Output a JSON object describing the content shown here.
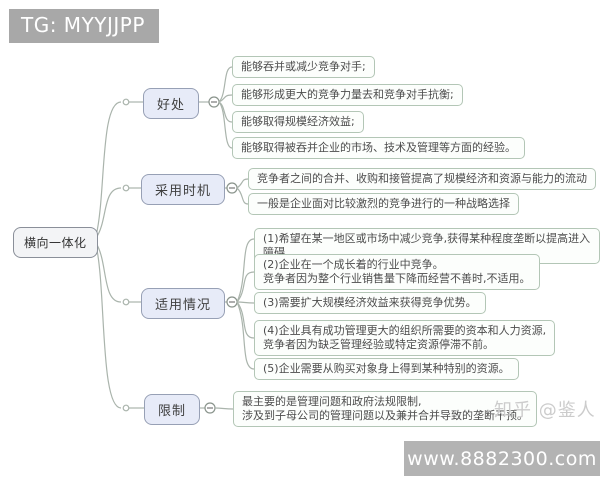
{
  "watermarks": {
    "top_left": "TG: MYYJJPP",
    "zhihu": "知乎 @鉴人",
    "bottom_right": "www.8882300.com"
  },
  "mindmap": {
    "root": {
      "label": "横向一体化"
    },
    "branches": [
      {
        "label": "好处",
        "leaves": [
          "能够吞并或减少竞争对手;",
          "能够形成更大的竞争力量去和竞争对手抗衡;",
          "能够取得规模经济效益;",
          "能够取得被吞并企业的市场、技术及管理等方面的经验。"
        ]
      },
      {
        "label": "采用时机",
        "leaves": [
          "竞争者之间的合并、收购和接管提高了规模经济和资源与能力的流动",
          "一般是企业面对比较激烈的竞争进行的一种战略选择"
        ]
      },
      {
        "label": "适用情况",
        "leaves": [
          "(1)希望在某一地区或市场中减少竞争,获得某种程度垄断以提高进入障碍",
          "(2)企业在一个成长着的行业中竞争。\n竞争者因为整个行业销售量下降而经营不善时,不适用。",
          "(3)需要扩大规模经济效益来获得竞争优势。",
          "(4)企业具有成功管理更大的组织所需要的资本和人力资源,\n竞争者因为缺乏管理经验或特定资源停滞不前。",
          "(5)企业需要从购买对象身上得到某种特别的资源。"
        ]
      },
      {
        "label": "限制",
        "leaves": [
          "最主要的是管理问题和政府法规限制,\n涉及到子母公司的管理问题以及兼并合并导致的垄断干预。"
        ]
      }
    ]
  },
  "colors": {
    "branch_fill": "#e7ebf8",
    "branch_border": "#97a0b5",
    "leaf_fill": "#fcfefc",
    "leaf_border": "#b3c6b6",
    "root_fill": "#f3f4f6",
    "root_border": "#8a8f99",
    "connector": "#aab4ac",
    "watermark_box": "#a8a8a8",
    "watermark_text": "#ffffff",
    "zhihu_watermark": "#cccccc"
  }
}
